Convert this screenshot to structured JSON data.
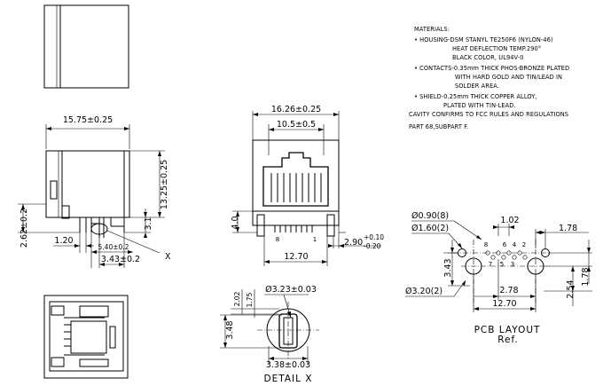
{
  "materials": {
    "heading": "MATERIALS:",
    "lines": [
      "• HOUSING-DSM STANYL TE250F6 (NYLON-46)",
      "HEAT DEFLECTION TEMP.290°",
      "BLACK COLOR, UL94V-0",
      "• CONTACTS-0.35mm THICK PHOS-BRONZE PLATED",
      "WITH HARD GOLD AND TIN/LEAD IN",
      "SOLDER AREA.",
      "• SHIELD-0.25mm THICK COPPER ALLOY,",
      "PLATED WITH TIN-LEAD.",
      "CAVITY CONFIRMS TO FCC RULES AND REGULATIONS",
      "PART 68,SUBPART F."
    ]
  },
  "side_view": {
    "width_dim": "15.75±0.25",
    "height_dim": "13.25±0.25",
    "left_height_dim": "2.62±0.2",
    "pin_height_dim": "3.1",
    "dim_1_20": "1.20",
    "dim_5_40": "5.40±0.2",
    "dim_3_43": "3.43±0.2",
    "detail_marker": "X"
  },
  "front_view": {
    "width_dim": "16.26±0.25",
    "opening_dim": "10.5±0.5",
    "height_dim": "4.0",
    "pin_span_dim": "12.70",
    "pin_label_left": "8",
    "pin_label_right": "1",
    "pin_length_dim": "2.90",
    "pin_length_tol_plus": "+0.10",
    "pin_length_tol_minus": "-0.20"
  },
  "detail_x": {
    "diameter_dim": "Ø3.23±0.03",
    "dim_2_02": "2.02",
    "dim_1_75": "1.75",
    "dim_3_48": "3.48",
    "width_dim": "3.38±0.03",
    "caption": "DETAIL X"
  },
  "pcb_layout": {
    "hole_small": "Ø0.90(8)",
    "hole_medium": "Ø1.60(2)",
    "hole_large": "Ø3.20(2)",
    "pitch_dim": "1.02",
    "dim_1_78_top": "1.78",
    "dim_3_43": "3.43",
    "dim_2_78": "2.78",
    "dim_12_70": "12.70",
    "dim_2_54": "2.54",
    "dim_1_78_right": "1.78",
    "pins_top": [
      "8",
      "6",
      "4",
      "2"
    ],
    "pins_bottom": [
      "7",
      "5",
      "3"
    ],
    "caption": "PCB LAYOUT",
    "caption_sub": "Ref."
  }
}
